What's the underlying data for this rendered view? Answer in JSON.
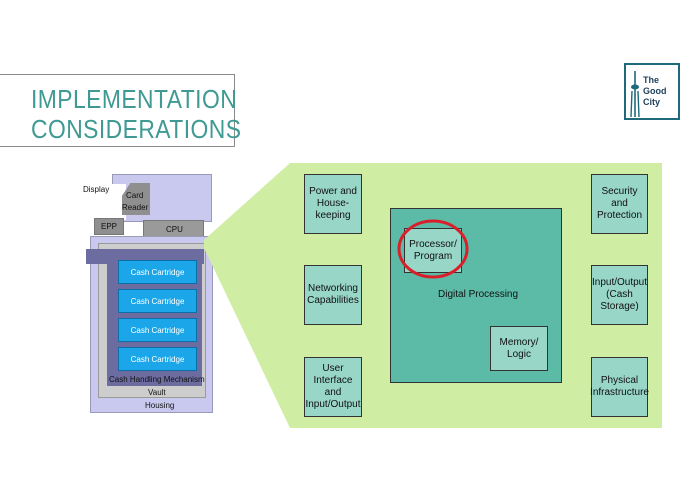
{
  "title": {
    "line1": "IMPLEMENTATION",
    "line2": "CONSIDERATIONS"
  },
  "logo": {
    "line1": "The",
    "line2": "Good",
    "line3": "City"
  },
  "device": {
    "display": "Display",
    "card_reader_line1": "Card",
    "card_reader_line2": "Reader",
    "epp": "EPP",
    "cpu": "CPU",
    "cartridges": [
      "Cash Cartridge",
      "Cash Cartridge",
      "Cash Cartridge",
      "Cash Cartridge"
    ],
    "mechanism": "Cash Handling Mechanism",
    "vault": "Vault",
    "housing": "Housing"
  },
  "diagram": {
    "power_line1": "Power and",
    "power_line2": "House-",
    "power_line3": "keeping",
    "networking_line1": "Networking",
    "networking_line2": "Capabilities",
    "ui_line1": "User",
    "ui_line2": "Interface",
    "ui_line3": "and",
    "ui_line4": "Input/Output",
    "digital_processing": "Digital Processing",
    "processor_line1": "Processor/",
    "processor_line2": "Program",
    "memory_line1": "Memory/",
    "memory_line2": "Logic",
    "security_line1": "Security and",
    "security_line2": "Protection",
    "io_line1": "Input/Output",
    "io_line2": "(Cash",
    "io_line3": "Storage)",
    "physical_line1": "Physical",
    "physical_line2": "Infrastructure"
  },
  "colors": {
    "title": "#3e9a93",
    "panel": "#cfeea3",
    "module": "#98d6c8",
    "digital_processing": "#5bbba7",
    "highlight_circle": "#d9202a",
    "cartridge": "#1aa6e8",
    "device_lavender": "#c9c9f0"
  }
}
